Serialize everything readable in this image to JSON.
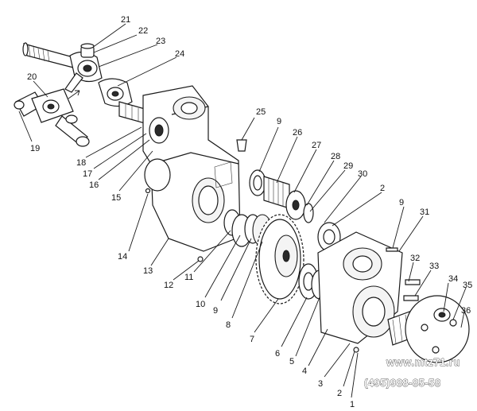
{
  "callouts": [
    {
      "id": "c21",
      "label": "21"
    },
    {
      "id": "c22",
      "label": "22"
    },
    {
      "id": "c23",
      "label": "23"
    },
    {
      "id": "c24",
      "label": "24"
    },
    {
      "id": "c20",
      "label": "20"
    },
    {
      "id": "c19",
      "label": "19"
    },
    {
      "id": "c18",
      "label": "18"
    },
    {
      "id": "c17",
      "label": "17"
    },
    {
      "id": "c16",
      "label": "16"
    },
    {
      "id": "c15",
      "label": "15"
    },
    {
      "id": "c14",
      "label": "14"
    },
    {
      "id": "c13",
      "label": "13"
    },
    {
      "id": "c12",
      "label": "12"
    },
    {
      "id": "c11",
      "label": "11"
    },
    {
      "id": "c10",
      "label": "10"
    },
    {
      "id": "c9a",
      "label": "9"
    },
    {
      "id": "c8",
      "label": "8"
    },
    {
      "id": "c7",
      "label": "7"
    },
    {
      "id": "c6",
      "label": "6"
    },
    {
      "id": "c5",
      "label": "5"
    },
    {
      "id": "c4",
      "label": "4"
    },
    {
      "id": "c3",
      "label": "3"
    },
    {
      "id": "c2a",
      "label": "2"
    },
    {
      "id": "c1",
      "label": "1"
    },
    {
      "id": "c25",
      "label": "25"
    },
    {
      "id": "c9b",
      "label": "9"
    },
    {
      "id": "c26",
      "label": "26"
    },
    {
      "id": "c27",
      "label": "27"
    },
    {
      "id": "c28",
      "label": "28"
    },
    {
      "id": "c29",
      "label": "29"
    },
    {
      "id": "c30",
      "label": "30"
    },
    {
      "id": "c2b",
      "label": "2"
    },
    {
      "id": "c9c",
      "label": "9"
    },
    {
      "id": "c31",
      "label": "31"
    },
    {
      "id": "c32",
      "label": "32"
    },
    {
      "id": "c33",
      "label": "33"
    },
    {
      "id": "c34",
      "label": "34"
    },
    {
      "id": "c35",
      "label": "35"
    },
    {
      "id": "c36",
      "label": "36"
    }
  ],
  "watermark": {
    "site": "www.mtz71.ru",
    "phone": "(495)988-85-58"
  }
}
